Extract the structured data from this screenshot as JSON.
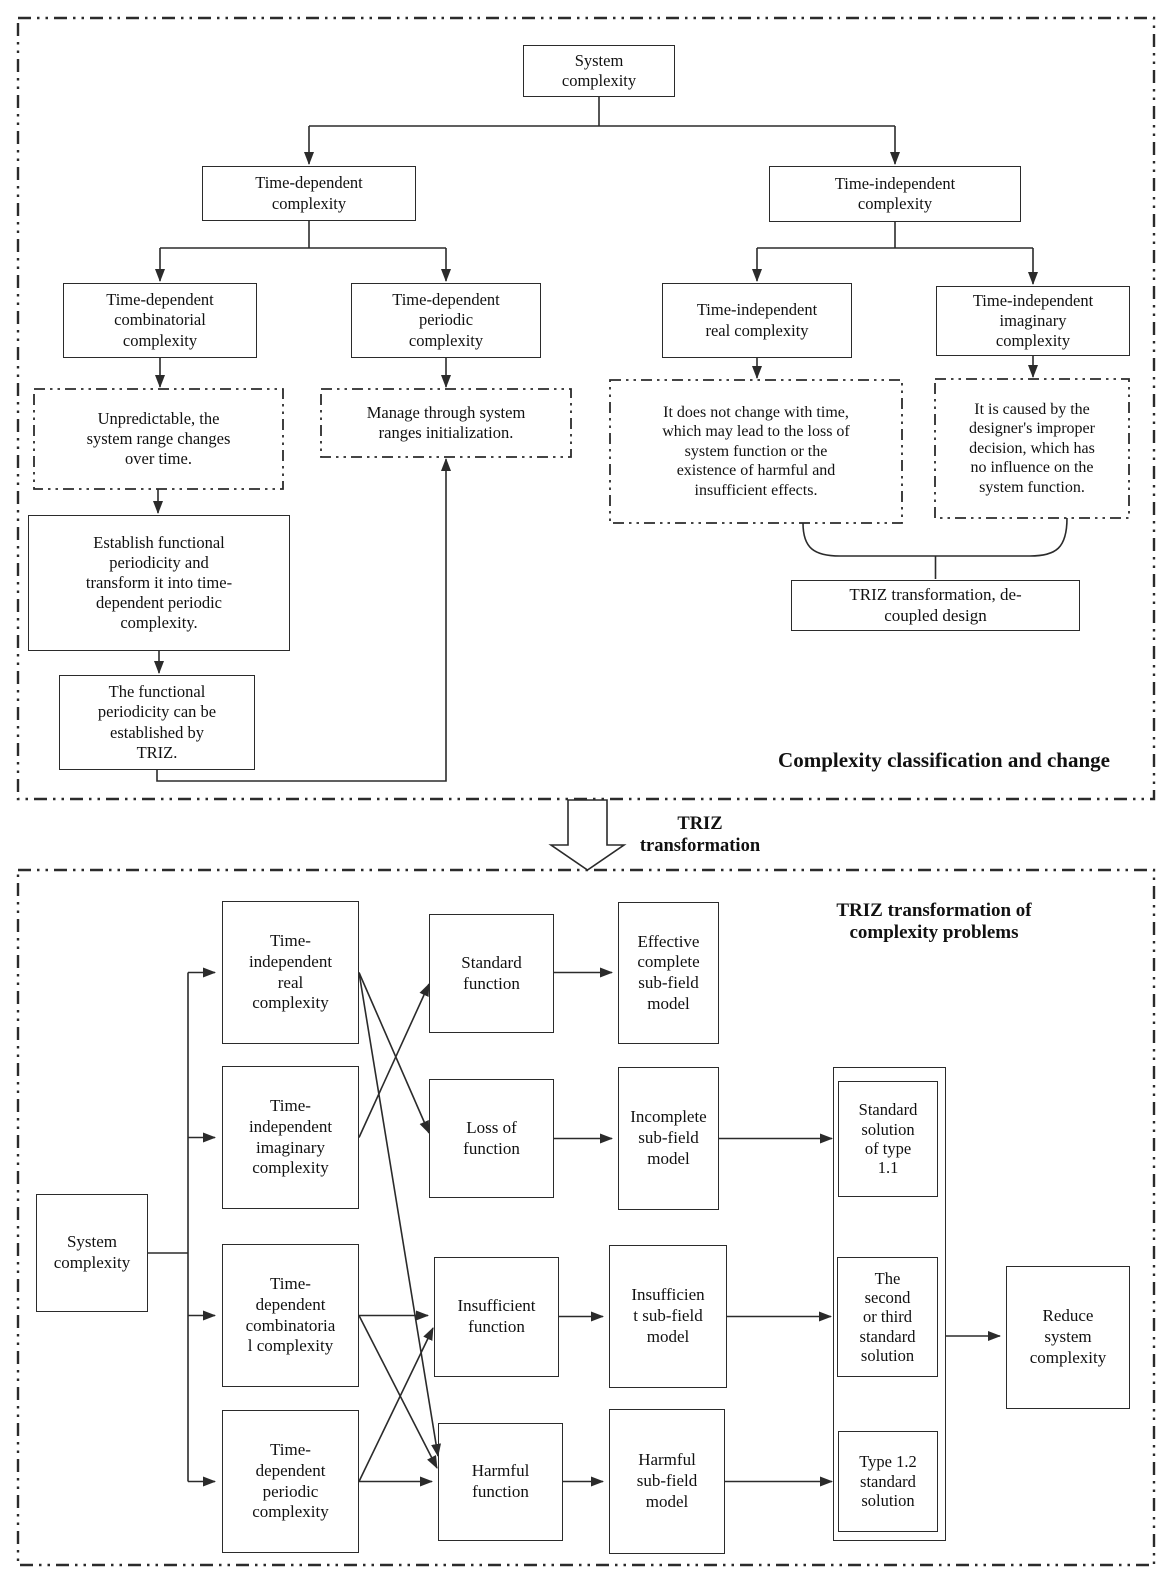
{
  "colors": {
    "line": "#2b2b2b",
    "text": "#111111",
    "background": "#ffffff"
  },
  "sections": {
    "top": {
      "label": "Complexity classification and change",
      "nodes": {
        "system_complexity": "System\ncomplexity",
        "time_dependent": "Time-dependent\ncomplexity",
        "time_independent": "Time-independent\ncomplexity",
        "td_combinatorial": "Time-dependent\ncombinatorial\ncomplexity",
        "td_periodic": "Time-dependent\nperiodic\ncomplexity",
        "ti_real": "Time-independent\nreal complexity",
        "ti_imaginary": "Time-independent\nimaginary\ncomplexity",
        "unpredictable": "Unpredictable, the\nsystem range changes\nover time.",
        "manage": "Manage through system\nranges initialization.",
        "no_change": "It does not change with time,\nwhich may lead to the loss of\nsystem function or the\nexistence of harmful and\ninsufficient effects.",
        "caused_by": "It is caused by the\ndesigner's improper\ndecision, which has\nno influence on the\nsystem function.",
        "establish": "Establish functional\nperiodicity and\ntransform it into time-\ndependent periodic\ncomplexity.",
        "functional_periodicity": "The functional\nperiodicity can be\nestablished by\nTRIZ.",
        "triz_decoupled": "TRIZ transformation, de-\ncoupled design"
      }
    },
    "divider": {
      "arrow_label": "TRIZ\ntransformation"
    },
    "bottom": {
      "label": "TRIZ transformation of\ncomplexity problems",
      "nodes": {
        "system_complexity": "System\ncomplexity",
        "ti_real": "Time-\nindependent\nreal\ncomplexity",
        "ti_imaginary": "Time-\nindependent\nimaginary\ncomplexity",
        "td_combinatorial": "Time-\ndependent\ncombinatoria\nl complexity",
        "td_periodic": "Time-\ndependent\nperiodic\ncomplexity",
        "standard_function": "Standard\nfunction",
        "loss_of_function": "Loss of\nfunction",
        "insufficient_function": "Insufficient\nfunction",
        "harmful_function": "Harmful\nfunction",
        "effective_model": "Effective\ncomplete\nsub-field\nmodel",
        "incomplete_model": "Incomplete\nsub-field\nmodel",
        "insufficient_model": "Insufficien\nt sub-field\nmodel",
        "harmful_model": "Harmful\nsub-field\nmodel",
        "solution_1_1": "Standard\nsolution\nof type\n1.1",
        "solution_2_3": "The\nsecond\nor third\nstandard\nsolution",
        "solution_1_2": "Type 1.2\nstandard\nsolution",
        "reduce": "Reduce\nsystem\ncomplexity"
      }
    }
  }
}
